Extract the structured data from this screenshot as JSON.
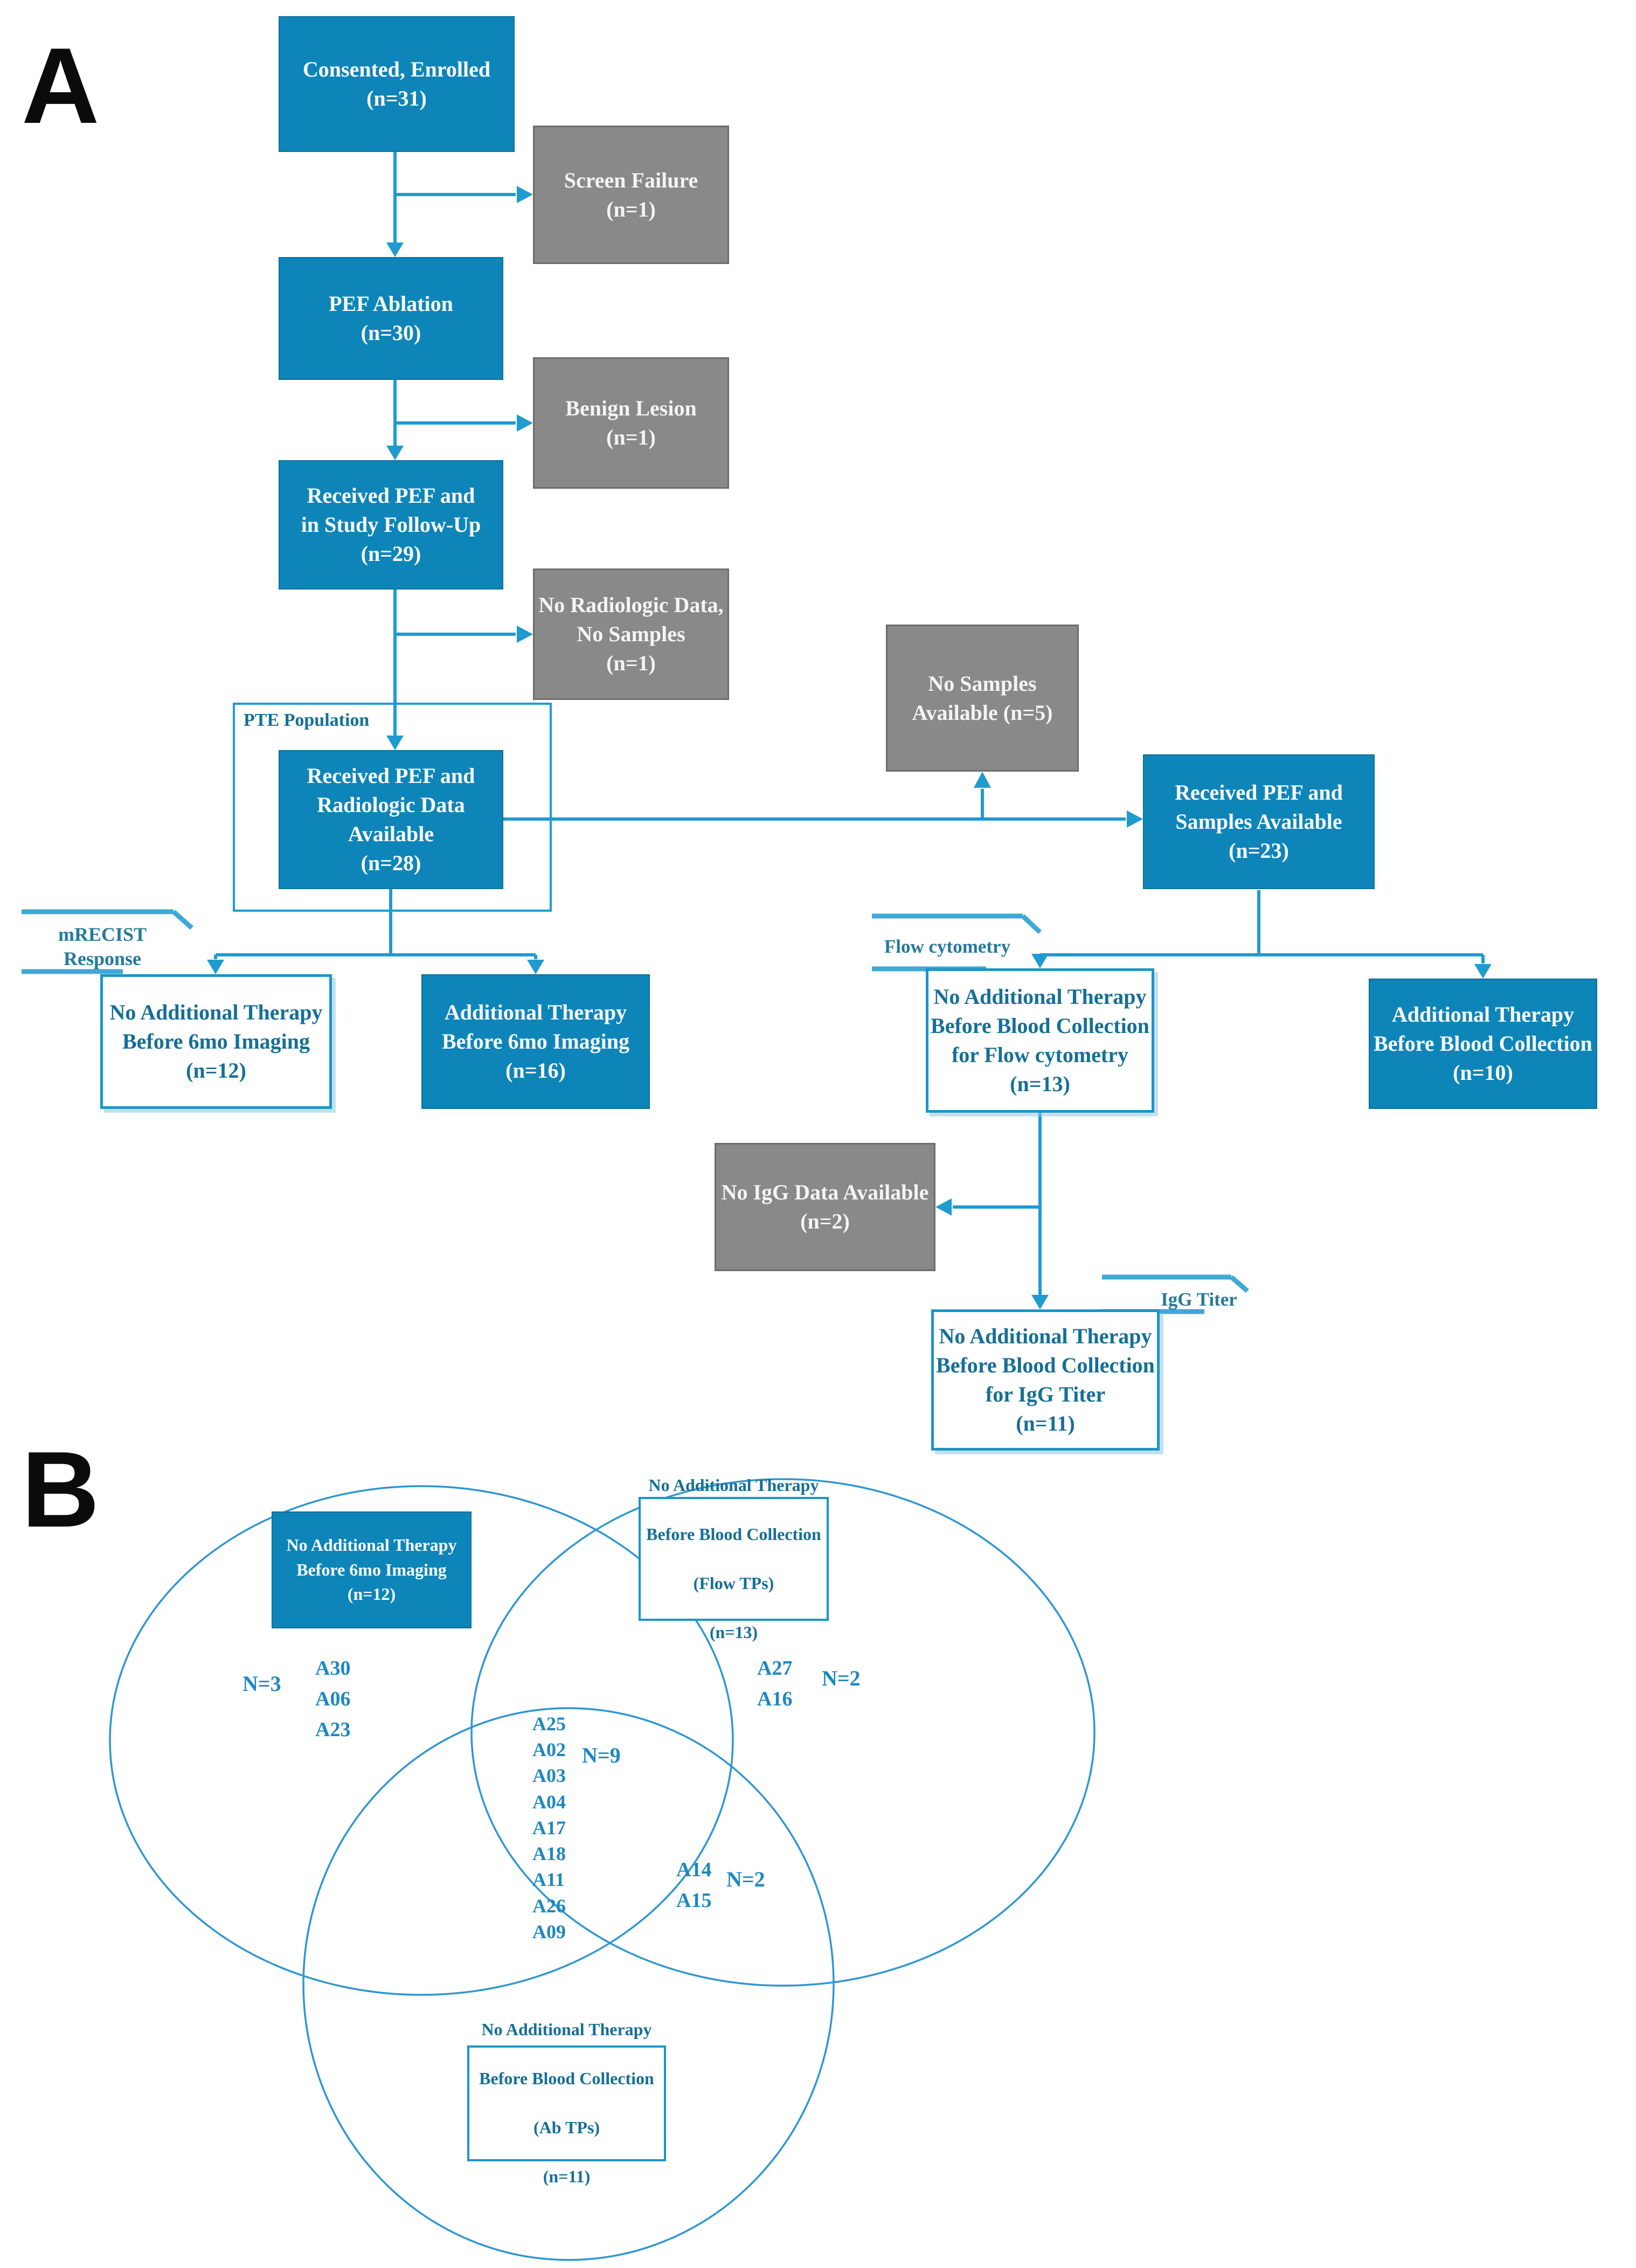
{
  "colors": {
    "blue_fill": "#0e85b8",
    "blue_border": "#0b6f9a",
    "gray_fill": "#898989",
    "gray_border": "#6d6d6d",
    "arrow": "#1f9bd0",
    "swoosh": "#3fa9d5",
    "box_text_blue": "#156f96",
    "white_border": "#1c95c6",
    "venn_text": "#1d87c2",
    "annot_text": "#25799b",
    "ellipse": "#2f96d2"
  },
  "panelA": {
    "label": "A",
    "boxes": {
      "consented": {
        "text": "Consented, Enrolled\n(n=31)"
      },
      "screen_failure": {
        "text": "Screen Failure\n(n=1)"
      },
      "pef_ablation": {
        "text": "PEF Ablation\n(n=30)"
      },
      "benign_lesion": {
        "text": "Benign Lesion\n(n=1)"
      },
      "received_followup": {
        "text": "Received PEF and\nin Study Follow-Up\n(n=29)"
      },
      "no_radiologic": {
        "text": "No Radiologic Data,\nNo Samples\n(n=1)"
      },
      "pte_population_label": "PTE Population",
      "radiologic_available": {
        "text": "Received PEF and\nRadiologic Data\nAvailable\n(n=28)"
      },
      "no_samples": {
        "text": "No Samples\nAvailable (n=5)"
      },
      "samples_available": {
        "text": "Received PEF and\nSamples Available\n(n=23)"
      },
      "no_addl_imaging": {
        "text": "No Additional Therapy\nBefore 6mo Imaging\n(n=12)"
      },
      "addl_imaging": {
        "text": "Additional Therapy\nBefore 6mo Imaging\n(n=16)"
      },
      "no_addl_flow": {
        "text": "No Additional Therapy\nBefore Blood Collection\nfor Flow cytometry\n(n=13)"
      },
      "addl_blood": {
        "text": "Additional Therapy\nBefore Blood Collection\n(n=10)"
      },
      "no_igg": {
        "text": "No IgG Data Available\n(n=2)"
      },
      "no_addl_igg": {
        "text": "No Additional Therapy\nBefore Blood Collection\nfor IgG Titer\n(n=11)"
      }
    },
    "annotations": {
      "mrecist": "mRECIST\nResponse",
      "flow": "Flow cytometry",
      "igg": "IgG Titer"
    }
  },
  "panelB": {
    "label": "B",
    "sets": {
      "imaging": {
        "text": "No Additional Therapy\nBefore 6mo Imaging\n(n=12)"
      },
      "flow": {
        "line1": "No Additional Therapy",
        "line2": "Before Blood Collection",
        "bold": "(Flow TPs)",
        "n": "(n=13)"
      },
      "ab": {
        "line1": "No Additional Therapy",
        "line2": "Before Blood Collection",
        "bold": "(Ab TPs)",
        "n": "(n=11)"
      }
    },
    "regions": {
      "imaging_only": {
        "count": "N=3",
        "ids": [
          "A30",
          "A06",
          "A23"
        ]
      },
      "flow_only": {
        "count": "N=2",
        "ids": [
          "A27",
          "A16"
        ]
      },
      "center": {
        "count": "N=9",
        "ids": [
          "A25",
          "A02",
          "A03",
          "A04",
          "A17",
          "A18",
          "A11",
          "A26",
          "A09"
        ]
      },
      "flow_ab": {
        "count": "N=2",
        "ids": [
          "A14",
          "A15"
        ]
      }
    }
  }
}
